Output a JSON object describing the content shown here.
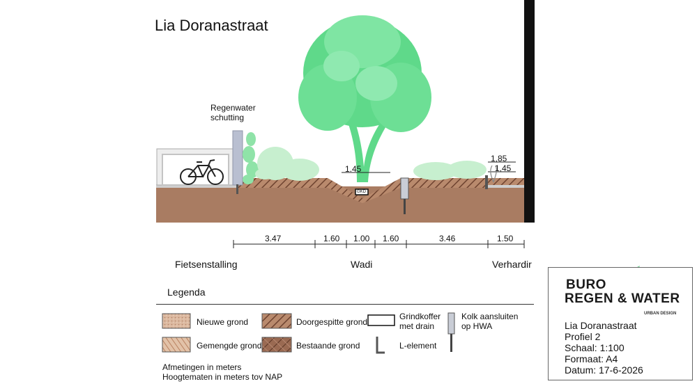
{
  "title": "Lia Doranastraat",
  "labels": {
    "regenwater": "Regenwater",
    "schutting": "schutting",
    "level_left": "1.45",
    "level_right_top": "1,85",
    "level_right_bottom": "1,45",
    "grindkoffer_tag": "GKD"
  },
  "dimensions": [
    "3.47",
    "1.60",
    "1.00",
    "1.60",
    "3.46",
    "1.50"
  ],
  "zones": {
    "left": "Fietsenstalling",
    "center": "Wadi",
    "right": "Verhardir"
  },
  "legend": {
    "title": "Legenda",
    "items": {
      "nieuwe_grond": "Nieuwe grond",
      "gemengde_grond": "Gemengde grond",
      "doorgespitte_grond": "Doorgespitte grond",
      "bestaande_grond": "Bestaande grond",
      "grindkoffer_1": "Grindkoffer",
      "grindkoffer_2": "met drain",
      "l_element": "L-element",
      "kolk_1": "Kolk aansluiten",
      "kolk_2": "op HWA"
    },
    "notes": [
      "Afmetingen in meters",
      "Hoogtematen in meters tov NAP"
    ]
  },
  "titleblock": {
    "brand_line1": "BURO",
    "brand_line2": "REGEN & WATER",
    "subtitle": "URBAN DESIGN",
    "lines": [
      "Lia Doranastraat",
      "Profiel 2",
      "Schaal: 1:100",
      "Formaat: A4",
      "Datum: 17-6-2026"
    ]
  },
  "colors": {
    "soil": "#a97c62",
    "soil_dark": "#8b5e46",
    "tree": "#5fd98a",
    "hedge": "#8fe3a8",
    "shrub": "#c7efcf",
    "shed": "#d8d8d8",
    "fence": "#b9bfd1",
    "frame": "#111111"
  }
}
